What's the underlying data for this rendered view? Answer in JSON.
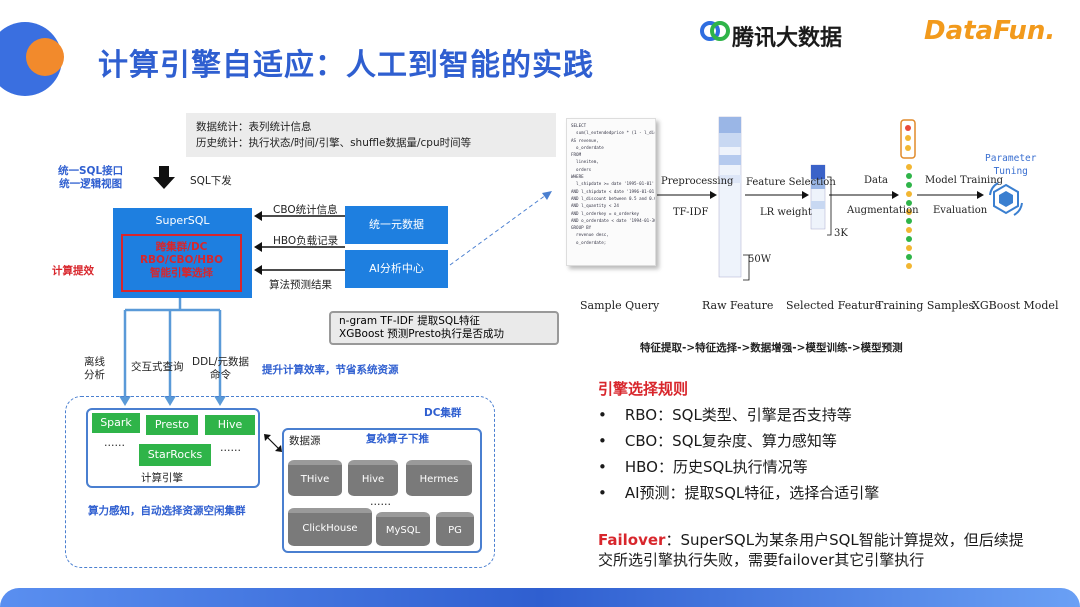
{
  "header": {
    "title": "计算引擎自适应：人工到智能的实践",
    "brand_tencent": "腾讯大数据",
    "brand_datafun": "DataFun."
  },
  "left": {
    "banner_line1": "数据统计：表列统计信息",
    "banner_line2": "历史统计：执行状态/时间/引擎、shuffle数据量/cpu时间等",
    "unified_line1": "统一SQL接口",
    "unified_line2": "统一逻辑视图",
    "sql_down": "SQL下发",
    "compute_boost": "计算提效",
    "supersql_title": "SuperSQL",
    "supersql_inner1": "跨集群/DC",
    "supersql_inner2": "RBO/CBO/HBO",
    "supersql_inner3": "智能引擎选择",
    "cbo_stats": "CBO统计信息",
    "hbo_records": "HBO负载记录",
    "algo_result": "算法预测结果",
    "unified_metadata": "统一元数据",
    "ai_center": "AI分析中心",
    "note_line1": "n-gram TF-IDF 提取SQL特征",
    "note_line2": "XGBoost 预测Presto执行是否成功",
    "offline_1": "离线",
    "offline_2": "分析",
    "interactive": "交互式查询",
    "ddl_1": "DDL/元数据",
    "ddl_2": "命令",
    "efficiency": "提升计算效率，节省系统资源",
    "dc_cluster": "DC集群",
    "engines": {
      "spark": "Spark",
      "presto": "Presto",
      "hive": "Hive",
      "starrocks": "StarRocks",
      "dots1": "……",
      "dots2": "……",
      "label": "计算引擎"
    },
    "power_aware": "算力感知，自动选择资源空闲集群",
    "datasource_label": "数据源",
    "pushdown": "复杂算子下推",
    "sources": {
      "thive": "THive",
      "hive": "Hive",
      "hermes": "Hermes",
      "dots": "……",
      "clickhouse": "ClickHouse",
      "mysql": "MySQL",
      "pg": "PG"
    }
  },
  "ml": {
    "sql_lines": [
      "SELECT",
      "  sum(l_extendedprice * (1 - l_discount))",
      "AS revenue,",
      "  o_orderdate",
      "FROM",
      "  lineitem,",
      "  orders",
      "WHERE",
      "  l_shipdate >= date '1995-01-01'",
      "AND l_shipdate < date '1996-01-01'",
      "AND l_discount between 0.5 and 0.06",
      "AND l_quantity < 24",
      "AND l_orderkey = o_orderkey",
      "AND o_orderdate < date '1994-01-30'",
      "GROUP BY",
      "  revenue desc,",
      "  o_orderdate;"
    ],
    "preprocessing": "Preprocessing",
    "tfidf": "TF-IDF",
    "feature_selection": "Feature Selection",
    "lr_weight": "LR weight",
    "size_3k": "3K",
    "size_50w": "50W",
    "data": "Data",
    "augmentation": "Augmentation",
    "model_training": "Model Training",
    "evaluation": "Evaluation",
    "param_tuning_1": "Parameter",
    "param_tuning_2": "Tuning",
    "bottom": [
      "Sample Query",
      "Raw Feature",
      "Selected Feature",
      "Training Samples",
      "XGBoost Model"
    ],
    "pipeline": "特征提取->特征选择->数据增强->模型训练->模型预测"
  },
  "rules": {
    "title": "引擎选择规则",
    "items": [
      "RBO：SQL类型、引擎是否支持等",
      "CBO：SQL复杂度、算力感知等",
      "HBO：历史SQL执行情况等",
      "AI预测：提取SQL特征，选择合适引擎"
    ],
    "bullet": "•",
    "failover_label": "Failover",
    "failover_text": "：SuperSQL为某条用户SQL智能计算提效，但后续提交所选引擎执行失败，需要failover其它引擎执行"
  },
  "colors": {
    "primary": "#2f5fd0",
    "accent_red": "#d8262c",
    "box_blue": "#1e7fe0",
    "green": "#2fb449",
    "orange": "#f29a1c"
  }
}
